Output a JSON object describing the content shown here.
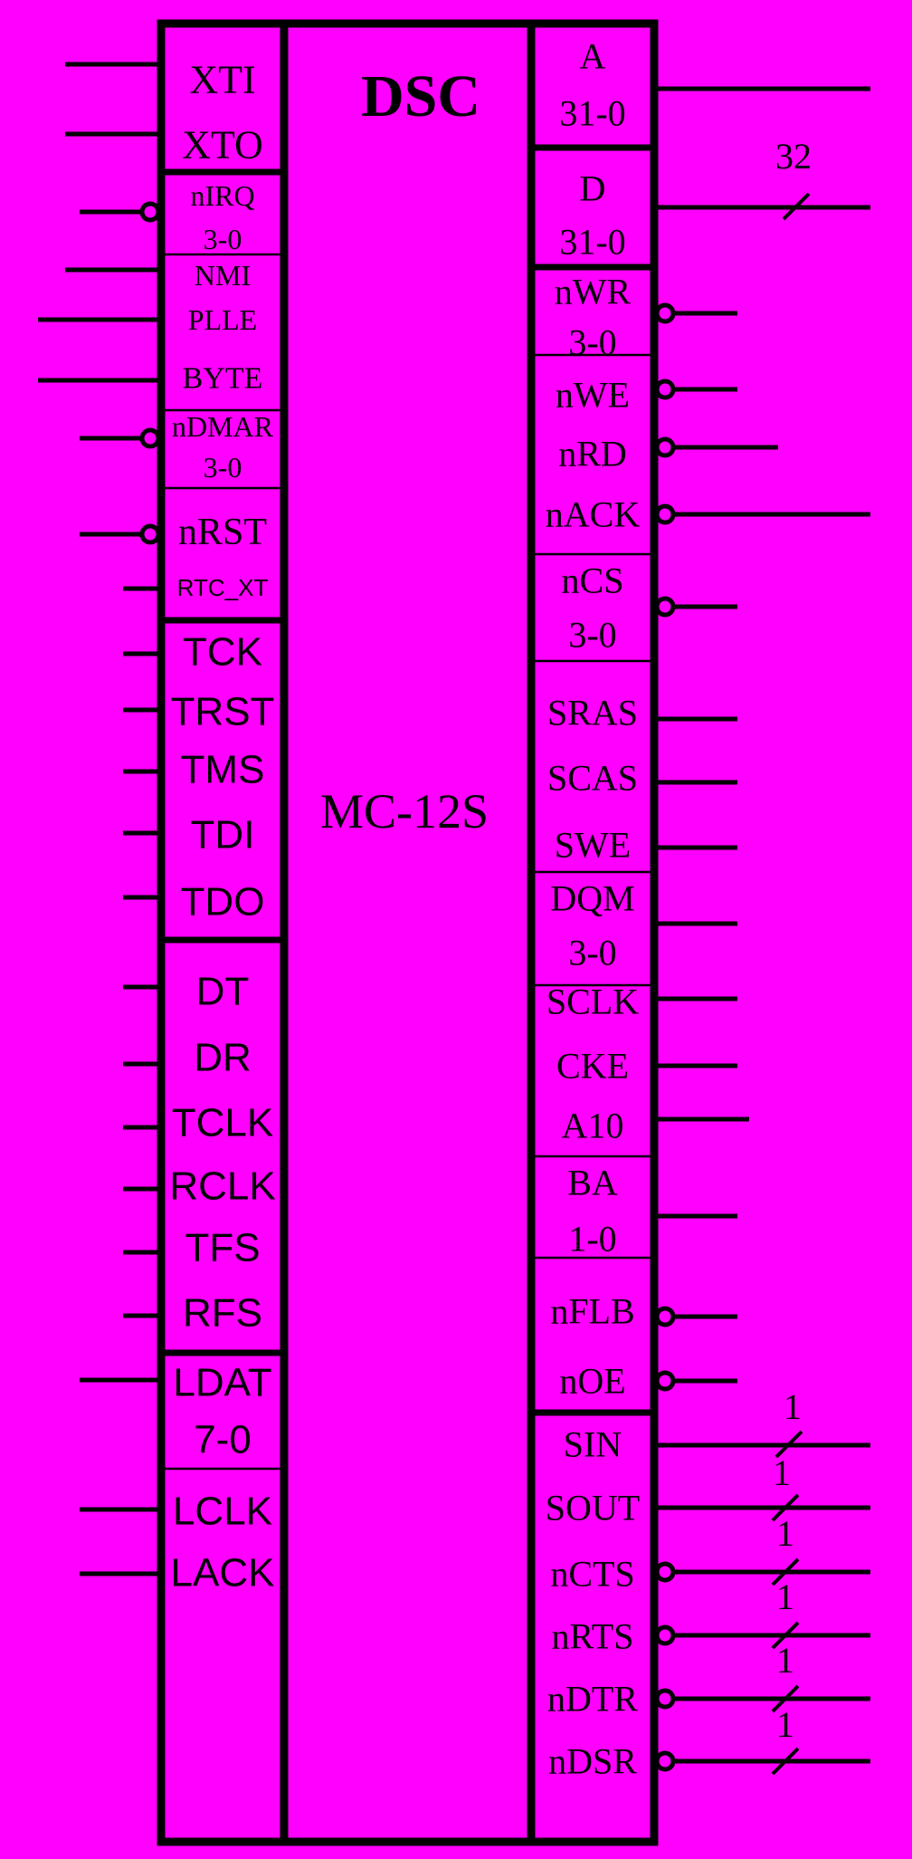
{
  "chip": {
    "title": "DSC",
    "part": "MC-12S",
    "background": "#ff00ff",
    "ink": "#000000"
  },
  "left_groups": [
    {
      "name": "clock",
      "labels": [
        {
          "text": "XTI",
          "font": "serif"
        },
        {
          "text": "XTO",
          "font": "serif"
        }
      ]
    },
    {
      "name": "interrupt-reset",
      "labels": [
        {
          "text": "nIRQ",
          "font": "serif"
        },
        {
          "text": "3-0",
          "font": "serif"
        },
        {
          "text": "NMI",
          "font": "serif"
        },
        {
          "text": "PLLE",
          "font": "serif"
        },
        {
          "text": "BYTE",
          "font": "serif"
        },
        {
          "text": "nDMAR",
          "font": "serif"
        },
        {
          "text": "3-0",
          "font": "serif"
        },
        {
          "text": "nRST",
          "font": "serif"
        },
        {
          "text": "RTC_XT",
          "font": "sans"
        }
      ]
    },
    {
      "name": "jtag",
      "labels": [
        {
          "text": "TCK",
          "font": "sans"
        },
        {
          "text": "TRST",
          "font": "sans"
        },
        {
          "text": "TMS",
          "font": "sans"
        },
        {
          "text": "TDI",
          "font": "sans"
        },
        {
          "text": "TDO",
          "font": "sans"
        }
      ]
    },
    {
      "name": "serial-port",
      "labels": [
        {
          "text": "DT",
          "font": "sans"
        },
        {
          "text": "DR",
          "font": "sans"
        },
        {
          "text": "TCLK",
          "font": "sans"
        },
        {
          "text": "RCLK",
          "font": "sans"
        },
        {
          "text": "TFS",
          "font": "sans"
        },
        {
          "text": "RFS",
          "font": "sans"
        }
      ]
    },
    {
      "name": "link-port",
      "labels": [
        {
          "text": "LDAT",
          "font": "sans"
        },
        {
          "text": "7-0",
          "font": "sans"
        },
        {
          "text": "LCLK",
          "font": "sans"
        },
        {
          "text": "LACK",
          "font": "sans"
        }
      ]
    }
  ],
  "right_groups": [
    {
      "name": "address",
      "labels": [
        {
          "text": "A",
          "font": "serif"
        },
        {
          "text": "31-0",
          "font": "serif"
        }
      ]
    },
    {
      "name": "data",
      "labels": [
        {
          "text": "D",
          "font": "serif"
        },
        {
          "text": "31-0",
          "font": "serif"
        }
      ]
    },
    {
      "name": "memory-control",
      "labels": [
        {
          "text": "nWR",
          "font": "serif"
        },
        {
          "text": "3-0",
          "font": "serif"
        },
        {
          "text": "nWE",
          "font": "serif"
        },
        {
          "text": "nRD",
          "font": "serif"
        },
        {
          "text": "nACK",
          "font": "serif"
        },
        {
          "text": "nCS",
          "font": "serif"
        },
        {
          "text": "3-0",
          "font": "serif"
        }
      ]
    },
    {
      "name": "sdram",
      "labels": [
        {
          "text": "SRAS",
          "font": "serif"
        },
        {
          "text": "SCAS",
          "font": "serif"
        },
        {
          "text": "SWE",
          "font": "serif"
        },
        {
          "text": "DQM",
          "font": "serif"
        },
        {
          "text": "3-0",
          "font": "serif"
        },
        {
          "text": "SCLK",
          "font": "serif"
        },
        {
          "text": "CKE",
          "font": "serif"
        },
        {
          "text": "A10",
          "font": "serif"
        },
        {
          "text": "BA",
          "font": "serif"
        },
        {
          "text": "1-0",
          "font": "serif"
        },
        {
          "text": "nFLB",
          "font": "serif"
        },
        {
          "text": "nOE",
          "font": "serif"
        }
      ]
    },
    {
      "name": "uart",
      "labels": [
        {
          "text": "SIN",
          "font": "serif"
        },
        {
          "text": "SOUT",
          "font": "serif"
        },
        {
          "text": "nCTS",
          "font": "serif"
        },
        {
          "text": "nRTS",
          "font": "serif"
        },
        {
          "text": "nDTR",
          "font": "serif"
        },
        {
          "text": "nDSR",
          "font": "serif"
        }
      ]
    }
  ],
  "bus_widths": [
    {
      "pin": "D",
      "text": "32"
    },
    {
      "pin": "SIN",
      "text": "1"
    },
    {
      "pin": "SOUT",
      "text": "1"
    },
    {
      "pin": "nCTS",
      "text": "1"
    },
    {
      "pin": "nRTS",
      "text": "1"
    },
    {
      "pin": "nDTR",
      "text": "1"
    },
    {
      "pin": "nDSR",
      "text": "1"
    }
  ]
}
